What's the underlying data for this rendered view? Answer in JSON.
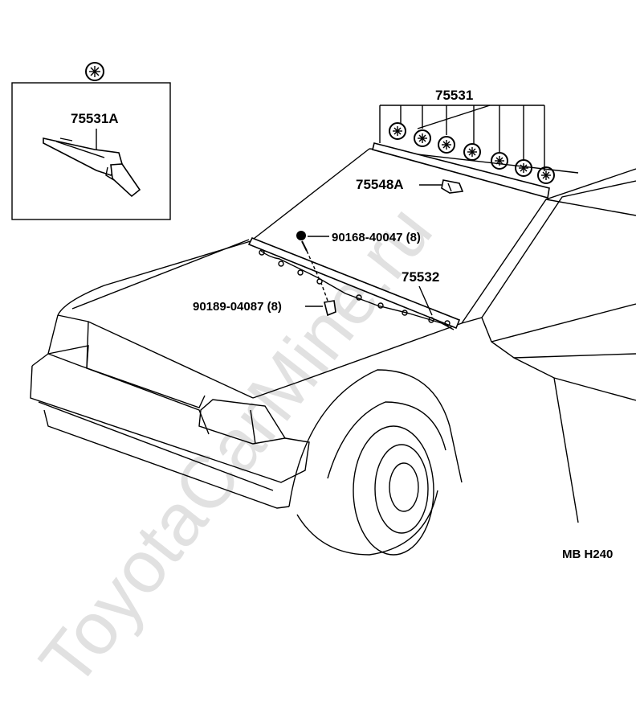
{
  "labels": {
    "inset_marker": "✱",
    "part_75531A": "75531A",
    "part_75531": "75531",
    "part_75548A": "75548A",
    "part_90168": "90168-40047 (8)",
    "part_75532": "75532",
    "part_90189": "90189-04087 (8)",
    "drawing_code": "MB  H240"
  },
  "watermark": "ToyotaCarMine.ru"
}
